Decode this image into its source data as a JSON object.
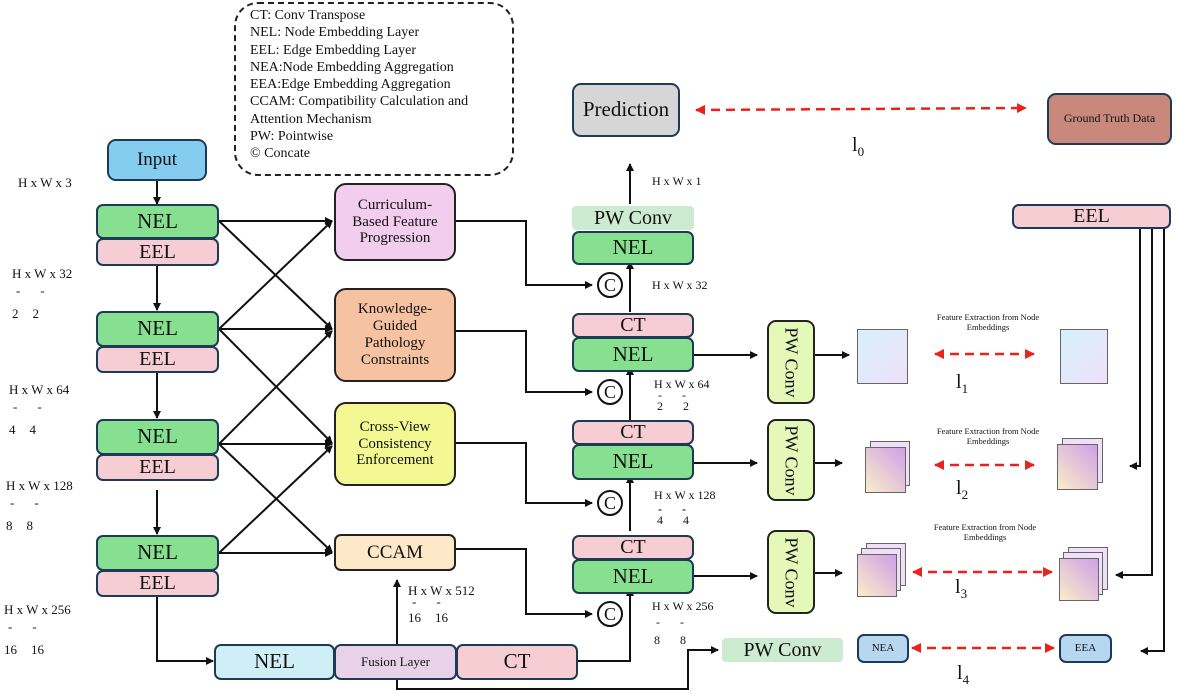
{
  "legend": {
    "items": [
      "CT: Conv Transpose",
      "NEL: Node Embedding Layer",
      "EEL: Edge Embedding Layer",
      "NEA:Node Embedding Aggregation",
      "EEA:Edge Embedding Aggregation",
      "CCAM: Compatibility Calculation and",
      "Attention Mechanism",
      "PW: Pointwise",
      "© Concate"
    ]
  },
  "encoder": {
    "input_label": "Input",
    "nel_label": "NEL",
    "eel_label": "EEL",
    "dims": [
      {
        "main": "H x W x 3"
      },
      {
        "main": "H x W x 32",
        "den": [
          "2",
          "2"
        ]
      },
      {
        "main": "H x W x 64",
        "den": [
          "4",
          "4"
        ]
      },
      {
        "main": "H x W x 128",
        "den": [
          "8",
          "8"
        ]
      },
      {
        "main": "H x W x 256",
        "den": [
          "16",
          "16"
        ]
      }
    ]
  },
  "modules": {
    "cbfp": "Curriculum-Based Feature Progression",
    "kgpc": "Knowledge-Guided Pathology Constraints",
    "cvce": "Cross-View Consistency Enforcement",
    "ccam": "CCAM"
  },
  "bottleneck": {
    "nel_label": "NEL",
    "fusion_label": "Fusion Layer",
    "ct_label": "CT",
    "dim": {
      "main": "H x W x 512",
      "den": [
        "16",
        "16"
      ]
    }
  },
  "decoder": {
    "prediction_label": "Prediction",
    "pw_conv_label": "PW Conv",
    "nel_label": "NEL",
    "ct_label": "CT",
    "concat_symbol": "C",
    "dims": [
      {
        "main": "H x W x 1"
      },
      {
        "main": "H x W x 32"
      },
      {
        "main": "H x W x 64",
        "den": [
          "2",
          "2"
        ]
      },
      {
        "main": "H x W x 128",
        "den": [
          "4",
          "4"
        ]
      },
      {
        "main": "H x W x 256",
        "den": [
          "8",
          "8"
        ]
      }
    ]
  },
  "supervision": {
    "ground_truth_label": "Ground Truth Data",
    "eel_label": "EEL",
    "pw_conv_vertical": "PW Conv",
    "pw_conv_bottom": "PW Conv",
    "nea_label": "NEA",
    "eea_label": "EEA",
    "feature_caption": "Feature Extraction from Node Embeddings",
    "losses": [
      {
        "base": "l",
        "sub": "0"
      },
      {
        "base": "l",
        "sub": "1"
      },
      {
        "base": "l",
        "sub": "2"
      },
      {
        "base": "l",
        "sub": "3"
      },
      {
        "base": "l",
        "sub": "4"
      }
    ]
  },
  "colors": {
    "nel": "#86e08f",
    "eel": "#f6cdd2",
    "input": "#85cdee",
    "prediction": "#d6d6d6",
    "ground_truth": "#c8887c",
    "loss_arrow": "#e8221f",
    "border": "#1d3b57"
  }
}
